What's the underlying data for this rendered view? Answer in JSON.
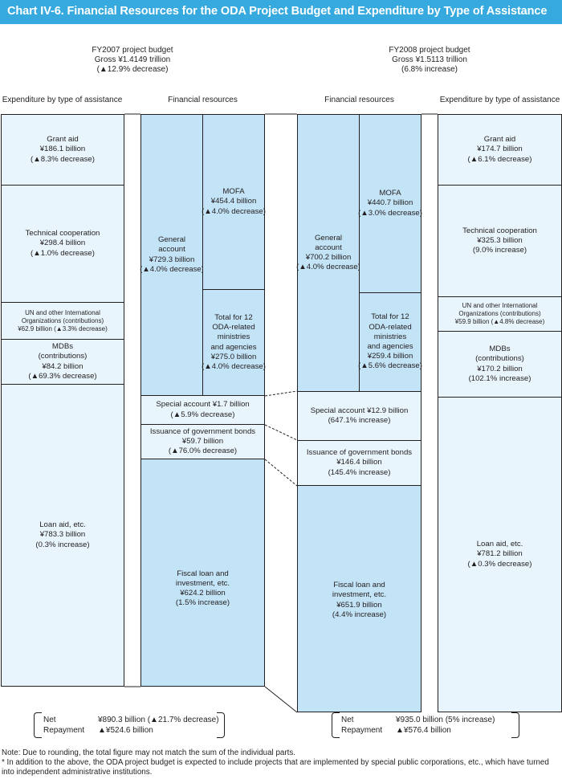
{
  "title": "Chart IV-6. Financial Resources for the ODA Project Budget and Expenditure by Type of Assistance",
  "fy2007": {
    "header": [
      "FY2007 project budget",
      "Gross ¥1.4149 trillion",
      "(▲12.9% decrease)"
    ],
    "expenditure_heading": "Expenditure by type of assistance",
    "resources_heading": "Financial resources",
    "expenditure": [
      {
        "key": "grant",
        "lines": [
          "Grant aid",
          "¥186.1 billion",
          "(▲8.3% decrease)"
        ]
      },
      {
        "key": "tech",
        "lines": [
          "Technical cooperation",
          "¥298.4 billion",
          "(▲1.0% decrease)"
        ]
      },
      {
        "key": "un",
        "lines": [
          "UN and other International",
          "Organizations (contributions)",
          "¥62.9 billion (▲3.3% decrease)"
        ]
      },
      {
        "key": "mdbs",
        "lines": [
          "MDBs",
          "(contributions)",
          "¥84.2 billion",
          "(▲69.3% decrease)"
        ]
      },
      {
        "key": "loan",
        "lines": [
          "Loan aid, etc.",
          "¥783.3 billion",
          "(0.3% increase)"
        ]
      }
    ],
    "general": [
      "General",
      "account",
      "¥729.3 billion",
      "(▲4.0% decrease)"
    ],
    "mofa": [
      "MOFA",
      "¥454.4 billion",
      "(▲4.0% decrease)"
    ],
    "ministries": [
      "Total for 12",
      "ODA-related",
      "ministries",
      "and agencies",
      "¥275.0 billion",
      "(▲4.0% decrease)"
    ],
    "special": [
      "Special account ¥1.7 billion",
      "(▲5.9% decrease)"
    ],
    "bonds": [
      "Issuance of government bonds",
      "¥59.7 billion",
      "(▲76.0% decrease)"
    ],
    "fiscal": [
      "Fiscal loan and",
      "investment, etc.",
      "¥624.2 billion",
      "(1.5% increase)"
    ],
    "net_label": "Net",
    "net_value": "¥890.3 billion (▲21.7% decrease)",
    "repay_label": "Repayment",
    "repay_value": "▲¥524.6 billion"
  },
  "fy2008": {
    "header": [
      "FY2008 project budget",
      "Gross ¥1.5113 trillion",
      "(6.8% increase)"
    ],
    "expenditure_heading": "Expenditure by type of assistance",
    "resources_heading": "Financial resources",
    "expenditure": [
      {
        "key": "grant",
        "lines": [
          "Grant aid",
          "¥174.7 billion",
          "(▲6.1% decrease)"
        ]
      },
      {
        "key": "tech",
        "lines": [
          "Technical cooperation",
          "¥325.3 billion",
          "(9.0% increase)"
        ]
      },
      {
        "key": "un",
        "lines": [
          "UN and other International",
          "Organizations (contributions)",
          "¥59.9 billion (▲4.8% decrease)"
        ]
      },
      {
        "key": "mdbs",
        "lines": [
          "MDBs",
          "(contributions)",
          "¥170.2 billion",
          "(102.1% increase)"
        ]
      },
      {
        "key": "loan",
        "lines": [
          "Loan aid, etc.",
          "¥781.2 billion",
          "(▲0.3% decrease)"
        ]
      }
    ],
    "general": [
      "General",
      "account",
      "¥700.2 billion",
      "(▲4.0% decrease)"
    ],
    "mofa": [
      "MOFA",
      "¥440.7 billion",
      "(▲3.0% decrease)"
    ],
    "ministries": [
      "Total for 12",
      "ODA-related",
      "ministries",
      "and agencies",
      "¥259.4 billion",
      "(▲5.6% decrease)"
    ],
    "special": [
      "Special account ¥12.9 billion",
      "(647.1% increase)"
    ],
    "bonds": [
      "Issuance of government bonds",
      "¥146.4 billion",
      "(145.4% increase)"
    ],
    "fiscal": [
      "Fiscal loan and",
      "investment, etc.",
      "¥651.9 billion",
      "(4.4% increase)"
    ],
    "net_label": "Net",
    "net_value": "¥935.0 billion (5% increase)",
    "repay_label": "Repayment",
    "repay_value": "▲¥576.4 billion"
  },
  "notes": [
    "Note: Due to rounding, the total figure may not match the sum of the individual parts.",
    "* In addition to the above, the ODA project budget is expected to include projects that are implemented by special public corporations, etc., which have turned into independent administrative institutions."
  ]
}
